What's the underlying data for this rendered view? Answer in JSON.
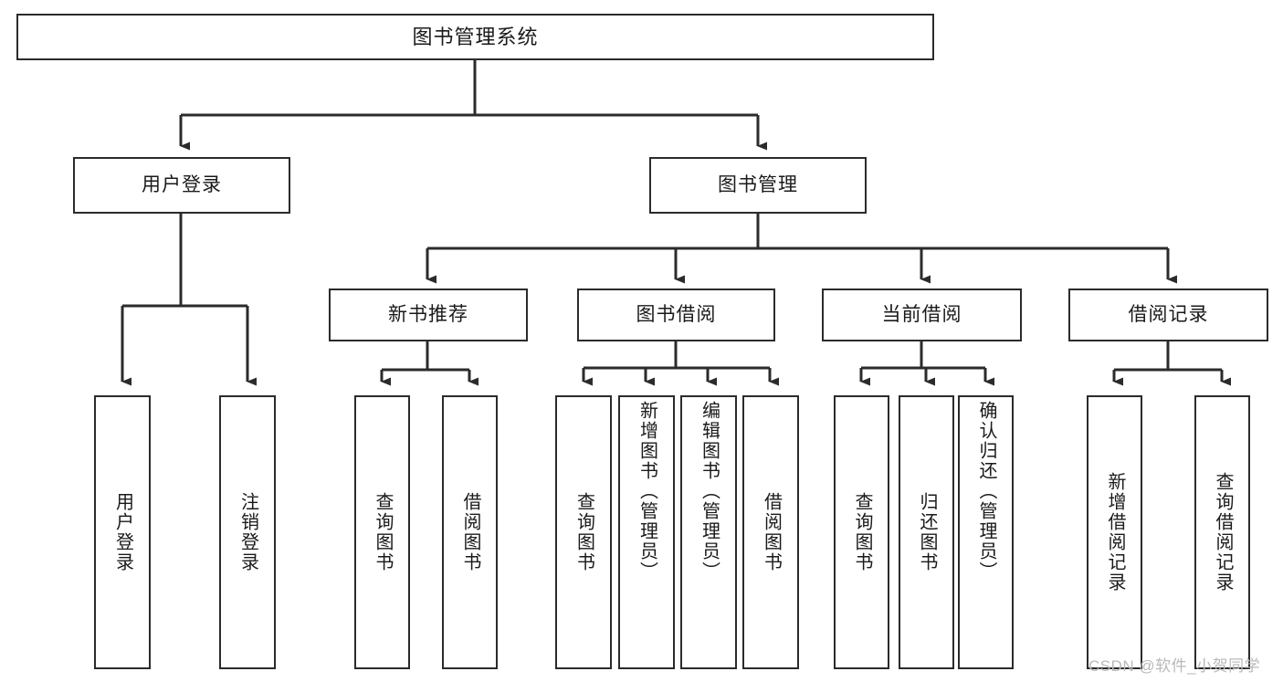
{
  "diagram": {
    "type": "tree",
    "title": "图书管理系统",
    "orientation": "top-down",
    "colors": {
      "box_border": "#2b2b2b",
      "box_fill": "#ffffff",
      "connector": "#2b2b2b",
      "text": "#1a1a1a",
      "watermark": "#b9b9b9",
      "background": "#ffffff"
    },
    "root": {
      "id": "root",
      "label": "图书管理系统"
    },
    "level2": [
      {
        "id": "user-login",
        "label": "用户登录"
      },
      {
        "id": "book-manage",
        "label": "图书管理"
      }
    ],
    "level3": [
      {
        "id": "new-book-recommend",
        "label": "新书推荐",
        "parent": "book-manage"
      },
      {
        "id": "book-borrow",
        "label": "图书借阅",
        "parent": "book-manage"
      },
      {
        "id": "current-borrow",
        "label": "当前借阅",
        "parent": "book-manage"
      },
      {
        "id": "borrow-record",
        "label": "借阅记录",
        "parent": "book-manage"
      }
    ],
    "leaves": [
      {
        "id": "leaf-user-login",
        "label": "用户登录",
        "parent": "user-login"
      },
      {
        "id": "leaf-user-logout",
        "label": "注销登录",
        "parent": "user-login"
      },
      {
        "id": "leaf-query-book-1",
        "label": "查询图书",
        "parent": "new-book-recommend"
      },
      {
        "id": "leaf-borrow-book-1",
        "label": "借阅图书",
        "parent": "new-book-recommend"
      },
      {
        "id": "leaf-query-book-2",
        "label": "查询图书",
        "parent": "book-borrow"
      },
      {
        "id": "leaf-add-book",
        "label": "新增图书（管理员）",
        "parent": "book-borrow"
      },
      {
        "id": "leaf-edit-book",
        "label": "编辑图书（管理员）",
        "parent": "book-borrow"
      },
      {
        "id": "leaf-borrow-book-2",
        "label": "借阅图书",
        "parent": "book-borrow"
      },
      {
        "id": "leaf-query-book-3",
        "label": "查询图书",
        "parent": "current-borrow"
      },
      {
        "id": "leaf-return-book",
        "label": "归还图书",
        "parent": "current-borrow"
      },
      {
        "id": "leaf-confirm-return",
        "label": "确认归还（管理员）",
        "parent": "current-borrow"
      },
      {
        "id": "leaf-add-record",
        "label": "新增借阅记录",
        "parent": "borrow-record"
      },
      {
        "id": "leaf-query-record",
        "label": "查询借阅记录",
        "parent": "borrow-record"
      }
    ]
  },
  "watermark": {
    "text": "CSDN @软件_小贺同学"
  }
}
